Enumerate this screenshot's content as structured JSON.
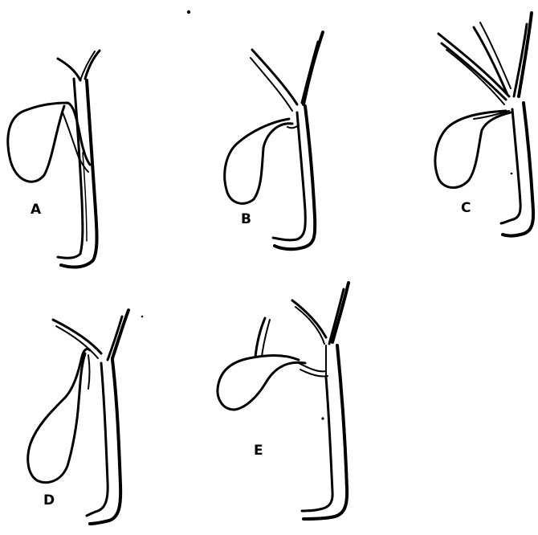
{
  "figure": {
    "panels": [
      {
        "label": "A"
      },
      {
        "label": "B"
      },
      {
        "label": "C"
      },
      {
        "label": "D"
      },
      {
        "label": "E"
      }
    ]
  }
}
